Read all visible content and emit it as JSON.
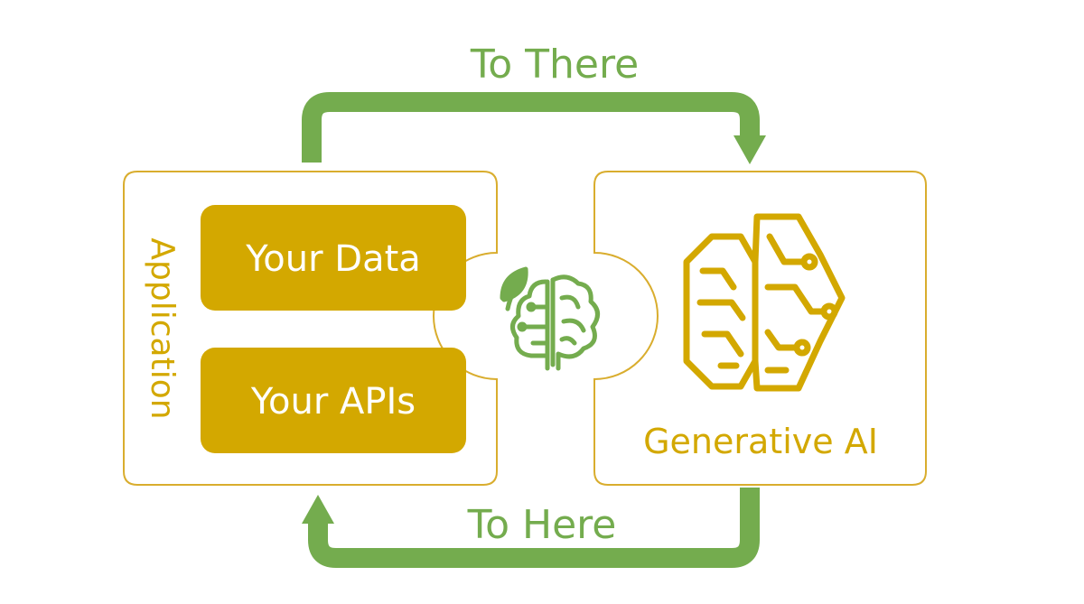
{
  "arrows": {
    "top_label": "To There",
    "bottom_label": "To Here"
  },
  "application_panel": {
    "title": "Application",
    "blocks": [
      {
        "label": "Your Data"
      },
      {
        "label": "Your APIs"
      }
    ]
  },
  "ai_panel": {
    "title": "Generative AI",
    "icon": "ai-brain-circuit-icon"
  },
  "connector": {
    "icon": "leaf-brain-icon"
  },
  "colors": {
    "green": "#74ac4e",
    "gold": "#d3a800",
    "border": "#d9ad2e",
    "white": "#ffffff"
  }
}
